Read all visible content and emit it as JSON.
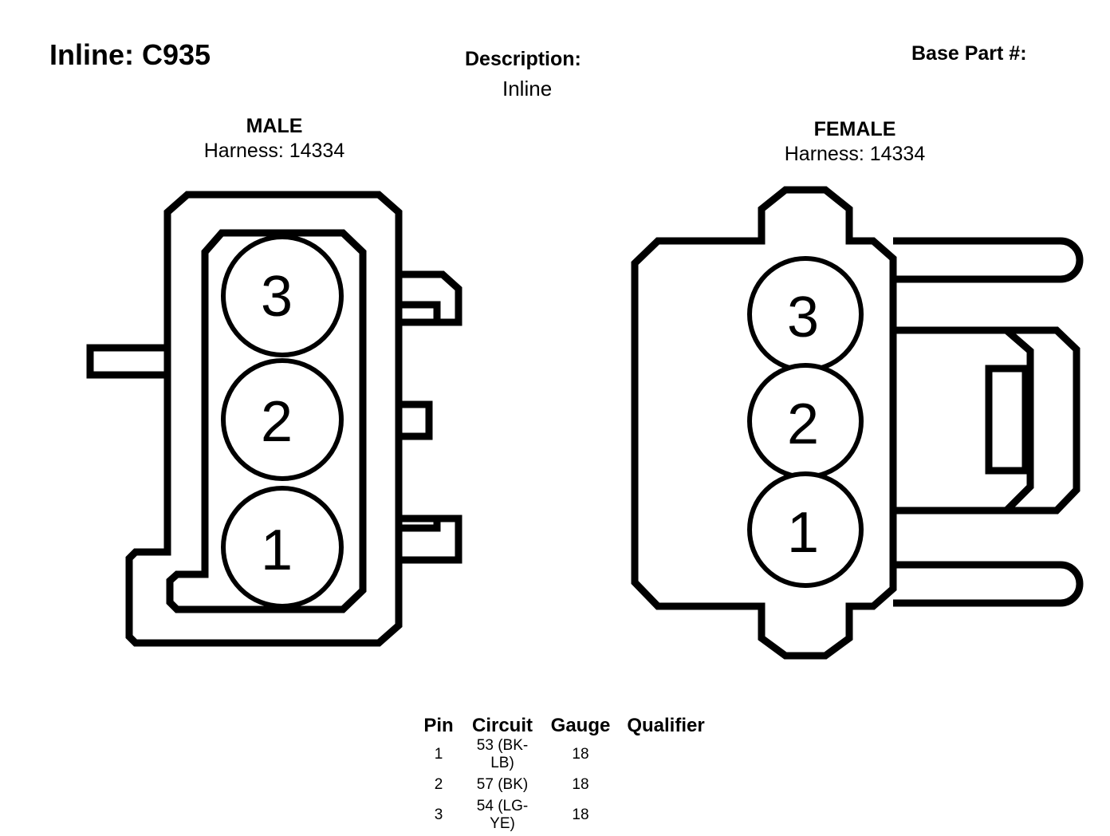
{
  "header": {
    "title": "Inline: C935",
    "description_label": "Description:",
    "description_value": "Inline",
    "base_part_label": "Base Part #:"
  },
  "male": {
    "gender": "MALE",
    "harness": "Harness: 14334",
    "pins": [
      "3",
      "2",
      "1"
    ]
  },
  "female": {
    "gender": "FEMALE",
    "harness": "Harness: 14334",
    "pins": [
      "3",
      "2",
      "1"
    ]
  },
  "pin_table": {
    "headers": [
      "Pin",
      "Circuit",
      "Gauge",
      "Qualifier"
    ],
    "rows": [
      {
        "pin": "1",
        "circuit": "53 (BK-LB)",
        "gauge": "18",
        "qualifier": ""
      },
      {
        "pin": "2",
        "circuit": "57 (BK)",
        "gauge": "18",
        "qualifier": ""
      },
      {
        "pin": "3",
        "circuit": "54 (LG-YE)",
        "gauge": "18",
        "qualifier": ""
      }
    ]
  }
}
